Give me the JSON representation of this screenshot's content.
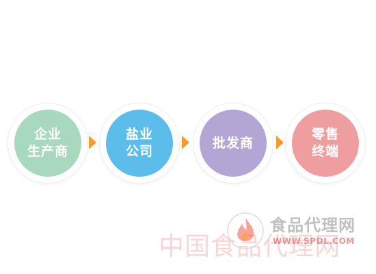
{
  "flow": {
    "nodes": [
      {
        "lines": [
          "企业",
          "生产商"
        ],
        "color": "#a8d8bd"
      },
      {
        "lines": [
          "盐业",
          "公司"
        ],
        "color": "#5dbdea"
      },
      {
        "lines": [
          "批发商"
        ],
        "color": "#b4a6d4"
      },
      {
        "lines": [
          "零售",
          "终端"
        ],
        "color": "#ef9ea0"
      }
    ],
    "arrow_color": "#f59a2c",
    "arrow_icon": "right-triangle-arrow"
  },
  "watermark": {
    "big_text": "中国食品代理网",
    "title": "食品代理网",
    "url": "WWW.SPDL.COM",
    "logo_icon": "flame-logo"
  }
}
